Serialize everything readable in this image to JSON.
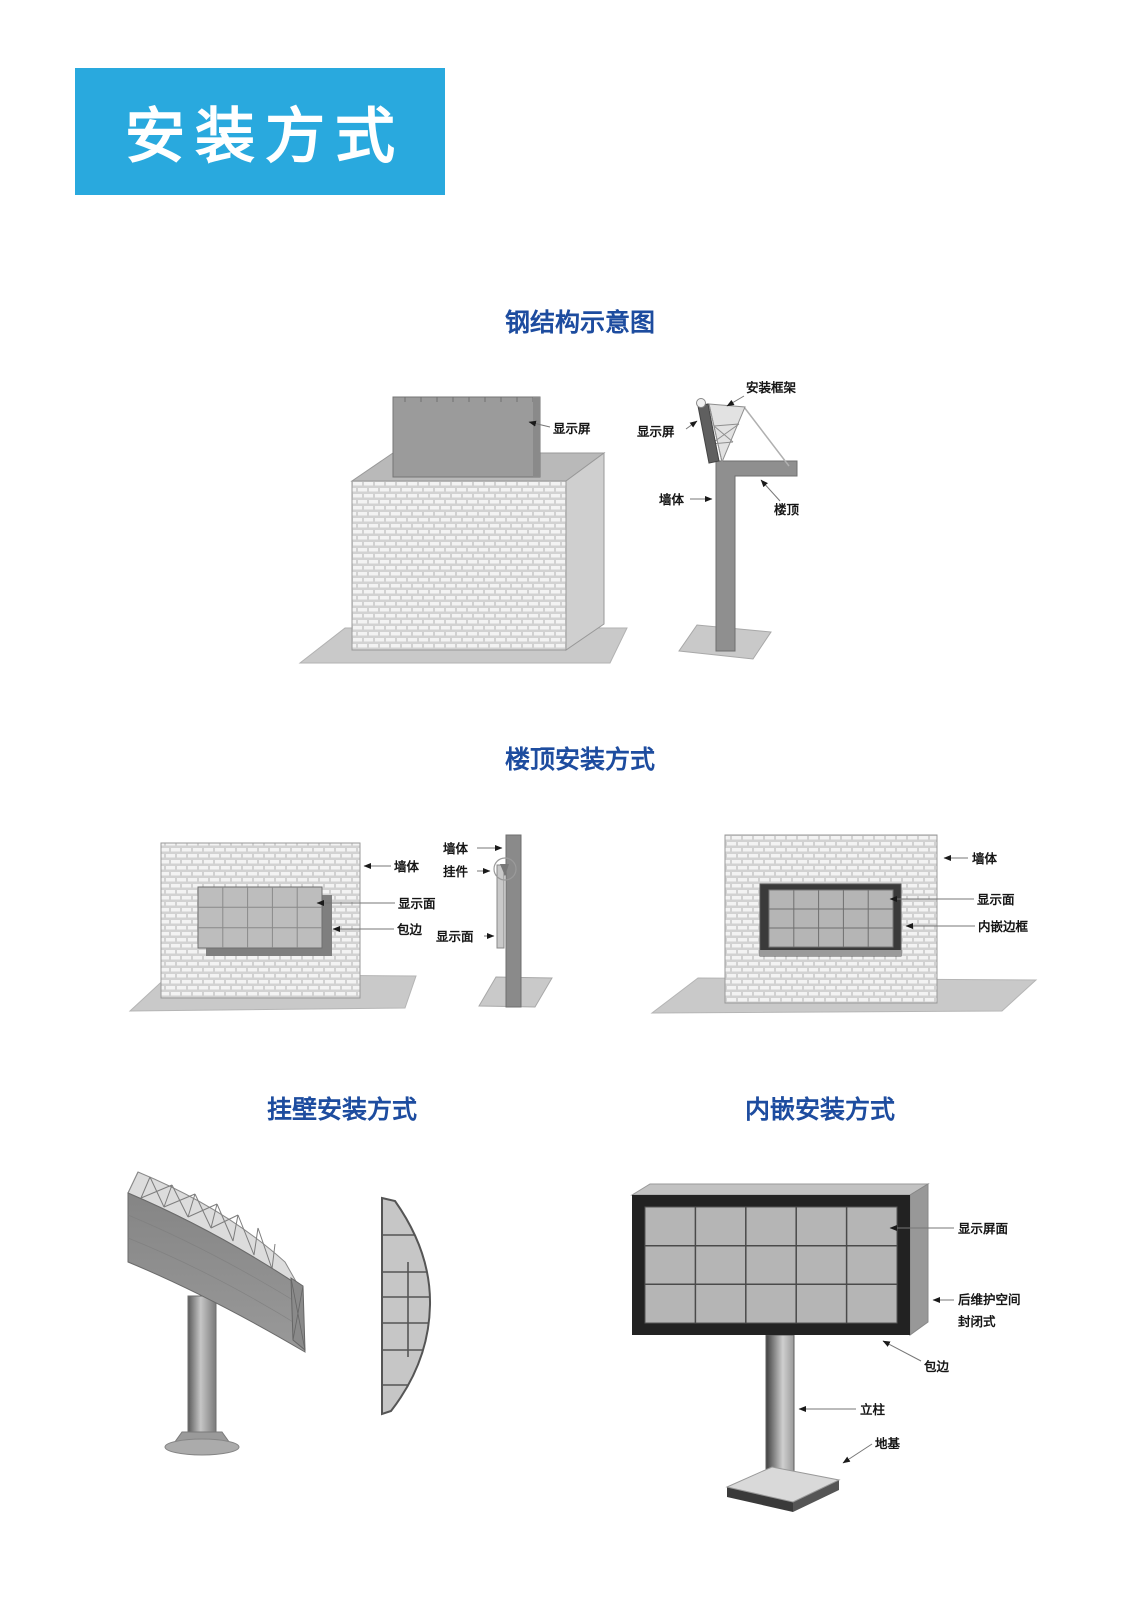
{
  "header": {
    "title": "安装方式"
  },
  "sections": {
    "steel_structure": {
      "title": "钢结构示意图",
      "labels": {
        "display_screen_front": "显示屏",
        "mounting_frame": "安装框架",
        "display_screen_side": "显示屏",
        "wall": "墙体",
        "roof": "楼顶"
      }
    },
    "rooftop": {
      "title": "楼顶安装方式",
      "front_view": {
        "wall": "墙体",
        "display_face": "显示面",
        "edge_trim": "包边"
      },
      "side_view": {
        "wall": "墙体",
        "hanger": "挂件",
        "display_face": "显示面"
      },
      "inset_view": {
        "wall": "墙体",
        "display_face": "显示面",
        "inset_frame": "内嵌边框"
      }
    },
    "wall_mount": {
      "title": "挂壁安装方式"
    },
    "embedded": {
      "title": "内嵌安装方式",
      "labels": {
        "display_face": "显示屏面",
        "rear_maintenance_line1": "后维护空间",
        "rear_maintenance_line2": "封闭式",
        "edge_trim": "包边",
        "pillar": "立柱",
        "foundation": "地基"
      }
    }
  },
  "colors": {
    "header_bg": "#29a9de",
    "header_text": "#ffffff",
    "section_title": "#1d4c9f",
    "label_text": "#151515",
    "screen_gray": "#9b9b9b",
    "frame_black": "#222222"
  }
}
